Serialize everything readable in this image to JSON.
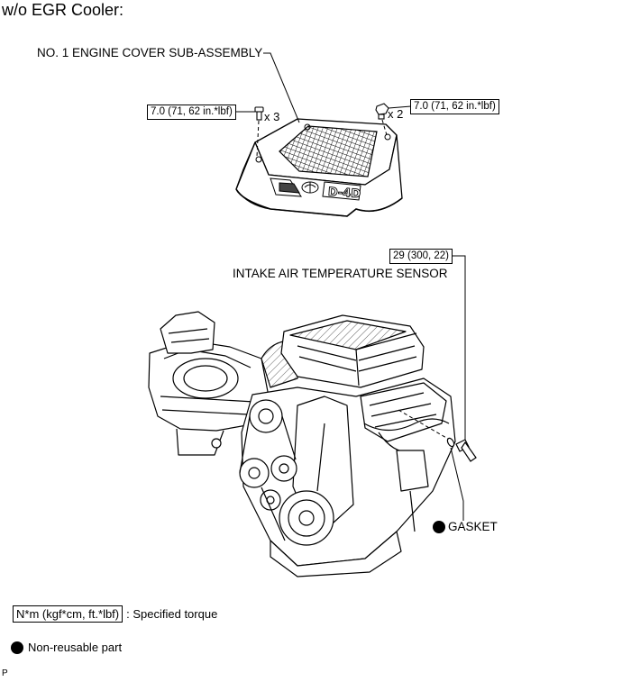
{
  "title": "w/o EGR Cooler:",
  "engine_cover": {
    "label": "NO. 1 ENGINE COVER SUB-ASSEMBLY",
    "torque_left": "7.0 (71, 62 in.*lbf)",
    "qty_left": "x 3",
    "torque_right": "7.0 (71, 62 in.*lbf)",
    "qty_right": "x 2",
    "badge_text": "D-4D"
  },
  "sensor": {
    "torque": "29 (300, 22)",
    "label": "INTAKE AIR TEMPERATURE SENSOR"
  },
  "gasket": {
    "label": "GASKET"
  },
  "legend": {
    "torque_units": "N*m (kgf*cm, ft.*lbf)",
    "torque_desc": ": Specified torque",
    "nonreusable_desc": "Non-reusable part"
  },
  "footer": "P"
}
